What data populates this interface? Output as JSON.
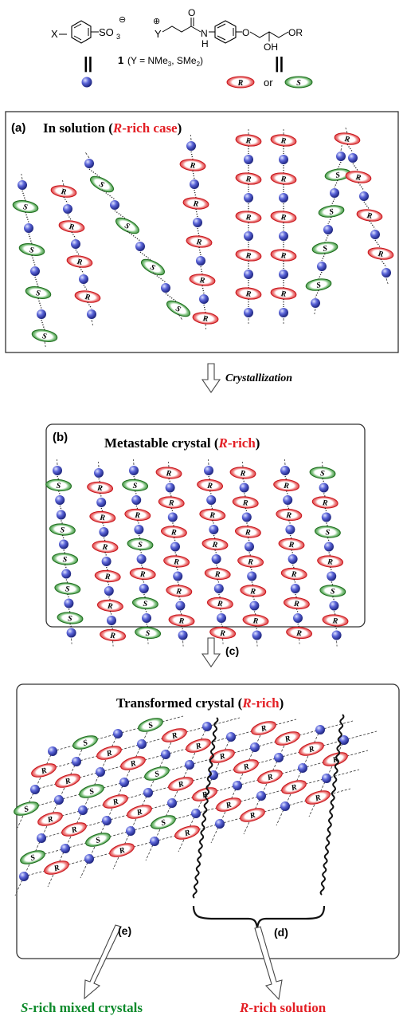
{
  "colors": {
    "r_fill": "#e8252b",
    "r_inner": "#ffffff",
    "s_fill": "#2f8f2f",
    "s_inner": "#ffffff",
    "ball": "#2e37b7",
    "red_text": "#e31e24",
    "green_text": "#0d8a2b",
    "frame": "#333333"
  },
  "icons": {
    "ball": "blue-sphere-icon",
    "r_ellipse": "red-ellipse-r-icon",
    "s_ellipse": "green-ellipse-s-icon"
  },
  "header": {
    "x_label": "X",
    "so3_label": "SO",
    "so3_sub": "3",
    "minus": "⊖",
    "plus": "⊕",
    "y_label": "Y",
    "o_label": "O",
    "nh_n": "N",
    "nh_h": "H",
    "ether_o": "O",
    "or_label": "OR",
    "oh_label": "OH",
    "compound_number": "1",
    "compound_y": "(Y = NMe",
    "compound_y_sub": "3",
    "compound_y2": ", SMe",
    "compound_y2_sub": "2",
    "compound_y_close": ")",
    "equals_sign": "||",
    "or_word": "or",
    "r_letter": "R",
    "s_letter": "S"
  },
  "panel_a": {
    "label": "(a)",
    "title_pre": "In solution (",
    "title_r": "R",
    "title_mid": "-rich case",
    "title_post": ")"
  },
  "arrow1": {
    "label": "Crystallization"
  },
  "panel_b": {
    "label": "(b)",
    "title_pre": "Metastable crystal (",
    "title_r": "R",
    "title_mid": "-rich",
    "title_post": ")"
  },
  "arrow2": {
    "label": "(c)"
  },
  "panel_c": {
    "title_pre": "Transformed crystal (",
    "title_r": "R",
    "title_mid": "-rich",
    "title_post": ")",
    "label_e": "(e)",
    "label_d": "(d)"
  },
  "bottom": {
    "left_s": "S",
    "left_text": "-rich mixed crystals",
    "right_r": "R",
    "right_text": "-rich solution"
  }
}
